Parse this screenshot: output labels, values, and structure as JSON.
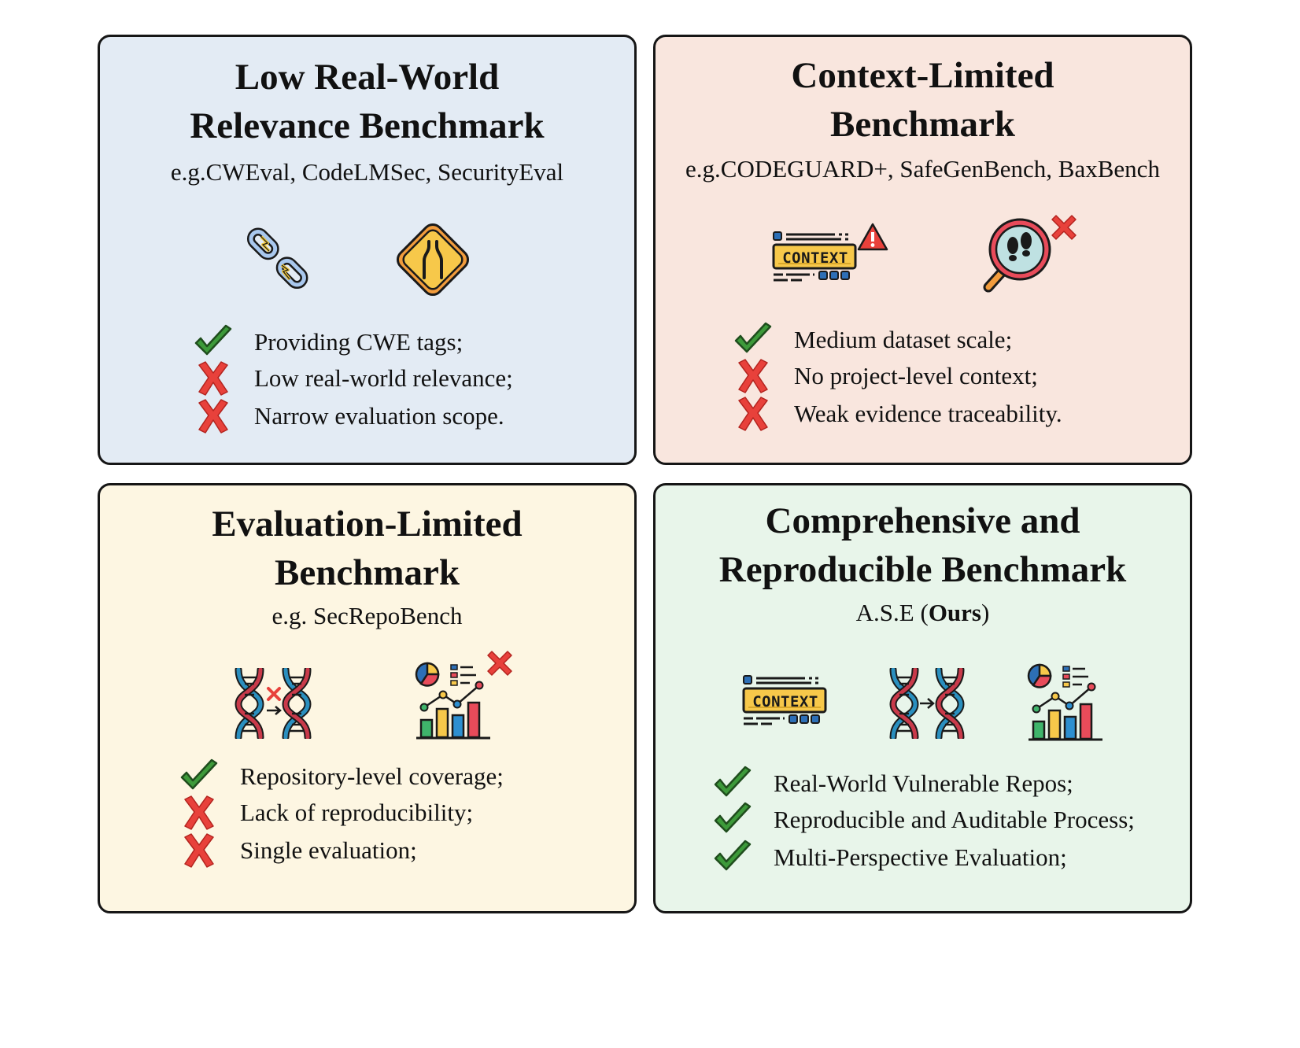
{
  "panels": [
    {
      "title_lines": [
        "Low Real-World",
        "Relevance Benchmark"
      ],
      "subtitle": "e.g.CWEval,  CodeLMSec, SecurityEval",
      "icons": [
        "broken-link-icon",
        "road-narrows-sign-icon"
      ],
      "bullets": [
        {
          "type": "check",
          "text": "Providing CWE tags;"
        },
        {
          "type": "cross",
          "text": "Low real-world relevance;"
        },
        {
          "type": "cross",
          "text": "Narrow evaluation scope."
        }
      ]
    },
    {
      "title_lines": [
        "Context-Limited",
        "Benchmark"
      ],
      "subtitle": "e.g.CODEGUARD+, SafeGenBench, BaxBench",
      "icons": [
        "context-warning-icon",
        "footprint-magnifier-cross-icon"
      ],
      "bullets": [
        {
          "type": "check",
          "text": "Medium dataset scale;"
        },
        {
          "type": "cross",
          "text": "No project-level context;"
        },
        {
          "type": "cross",
          "text": "Weak evidence traceability."
        }
      ]
    },
    {
      "title_lines": [
        "Evaluation-Limited",
        "Benchmark"
      ],
      "subtitle": "e.g. SecRepoBench",
      "icons": [
        "dna-cross-icon",
        "analytics-cross-icon"
      ],
      "bullets": [
        {
          "type": "check",
          "text": "Repository-level coverage;"
        },
        {
          "type": "cross",
          "text": "Lack of reproducibility;"
        },
        {
          "type": "cross",
          "text": "Single evaluation;"
        }
      ]
    },
    {
      "title_lines": [
        "Comprehensive and",
        "Reproducible Benchmark"
      ],
      "subtitle_prefix": "A.S.E (",
      "subtitle_bold": "Ours",
      "subtitle_suffix": ")",
      "icons": [
        "context-icon",
        "dna-arrow-icon",
        "analytics-icon"
      ],
      "bullets": [
        {
          "type": "check",
          "text": "Real-World Vulnerable Repos;"
        },
        {
          "type": "check",
          "text": "Reproducible and Auditable Process;"
        },
        {
          "type": "check",
          "text": "Multi-Perspective Evaluation;"
        }
      ]
    }
  ],
  "context_label": "CONTEXT",
  "colors": {
    "check": "#3d9a3a",
    "cross": "#e8413b",
    "panel_blue": "#e3ebf4",
    "panel_pink": "#f9e6de",
    "panel_yellow": "#fdf6e2",
    "panel_green": "#e8f5ea"
  }
}
